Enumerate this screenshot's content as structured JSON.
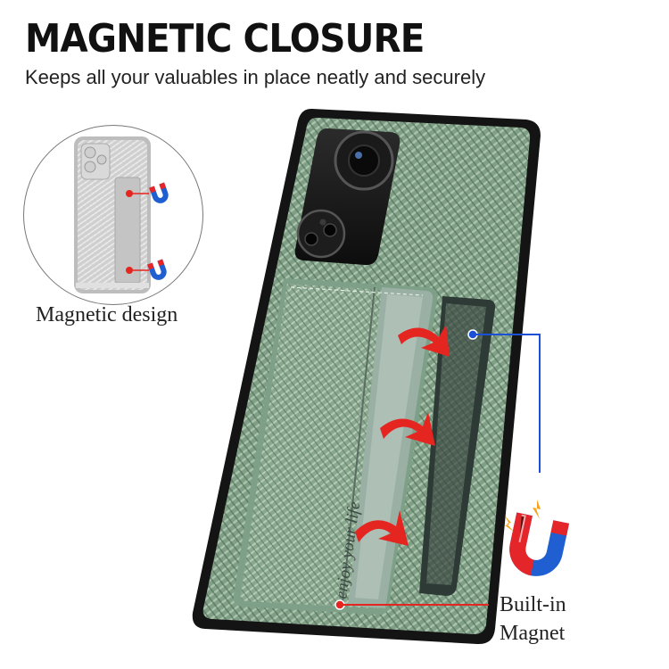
{
  "headline": "MAGNETIC CLOSURE",
  "subheadline": "Keeps all your valuables in place neatly and securely",
  "inset": {
    "caption": "Magnetic design"
  },
  "callout": {
    "caption_line1": "Built-in",
    "caption_line2": "Magnet"
  },
  "product": {
    "wallet_text": "enjoy your life"
  },
  "colors": {
    "case_green": "#7f9e84",
    "bumper": "#151515",
    "arrow_red": "#e5251f",
    "pointer_blue": "#1b4fd6",
    "magnet_red": "#e4262a",
    "magnet_blue": "#1f5fd1"
  },
  "icons": [
    "magnet-icon",
    "red-arrow-icon",
    "camera-lens-icon"
  ]
}
